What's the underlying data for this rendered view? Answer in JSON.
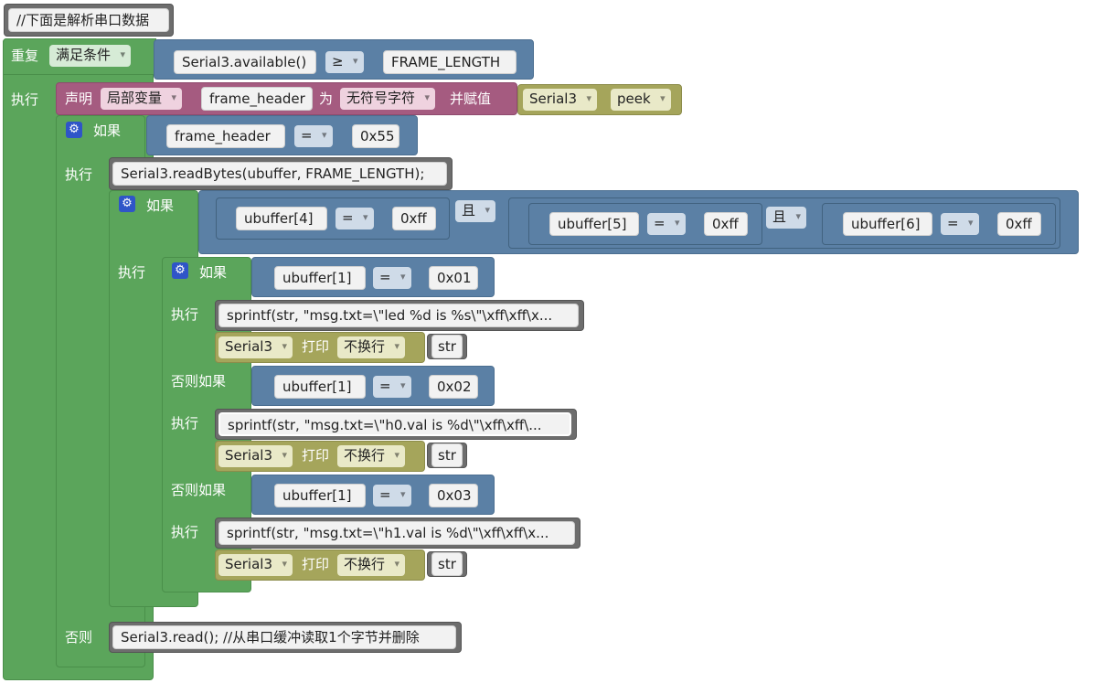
{
  "comment": "//下面是解析串口数据",
  "repeat": {
    "label": "重复",
    "mode": "满足条件",
    "do_label": "执行"
  },
  "cond_main": {
    "left": "Serial3.available()",
    "op": "≥",
    "right": "FRAME_LENGTH"
  },
  "declare": {
    "label": "声明",
    "scope": "局部变量",
    "name": "frame_header",
    "as": "为",
    "type": "无符号字符",
    "assign": "并赋值",
    "serial": "Serial3",
    "method": "peek"
  },
  "if1": {
    "label": "如果",
    "left": "frame_header",
    "op": "=",
    "right": "0x55",
    "do_label": "执行",
    "else_label": "否则"
  },
  "read_bytes": "Serial3.readBytes(ubuffer, FRAME_LENGTH);",
  "if2": {
    "label": "如果",
    "do_label": "执行",
    "c1": {
      "left": "ubuffer[4]",
      "op": "=",
      "right": "0xff"
    },
    "and1": "且",
    "c2": {
      "left": "ubuffer[5]",
      "op": "=",
      "right": "0xff"
    },
    "and2": "且",
    "c3": {
      "left": "ubuffer[6]",
      "op": "=",
      "right": "0xff"
    }
  },
  "if3": {
    "label": "如果",
    "elseif_label": "否则如果",
    "do_label": "执行",
    "branches": [
      {
        "left": "ubuffer[1]",
        "op": "=",
        "right": "0x01",
        "code": "sprintf(str, \"msg.txt=\\\"led %d is %s\\\"\\xff\\xff\\x..."
      },
      {
        "left": "ubuffer[1]",
        "op": "=",
        "right": "0x02",
        "code": "sprintf(str, \"msg.txt=\\\"h0.val is %d\\\"\\xff\\xff\\..."
      },
      {
        "left": "ubuffer[1]",
        "op": "=",
        "right": "0x03",
        "code": "sprintf(str, \"msg.txt=\\\"h1.val is %d\\\"\\xff\\xff\\x..."
      }
    ]
  },
  "print": {
    "serial": "Serial3",
    "label": "打印",
    "mode": "不换行",
    "arg": "str"
  },
  "else_code": "Serial3.read();  //从串口缓冲读取1个字节并删除"
}
